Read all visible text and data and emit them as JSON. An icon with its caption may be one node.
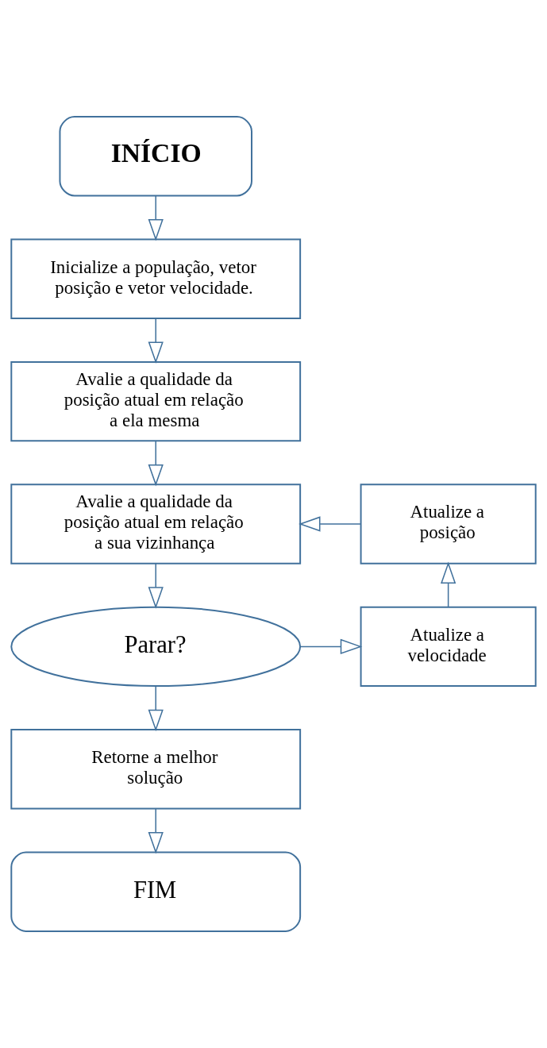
{
  "diagram": {
    "nodes": [
      {
        "text": [
          "INÍCIO"
        ]
      },
      {
        "text": [
          "Inicialize a população, vetor posição e vetor velocidade."
        ]
      },
      {
        "text": [
          "Avalie a qualidade da posição atual em relação a ela mesma"
        ]
      },
      {
        "text": [
          "Avalie a qualidade da posição atual em relação a sua vizinhança"
        ]
      },
      {
        "text": [
          "Atualize a posição"
        ]
      },
      {
        "text": [
          "Parar?"
        ]
      },
      {
        "text": [
          "Atualize a velocidade"
        ]
      },
      {
        "text": [
          "Retorne a melhor solução"
        ]
      },
      {
        "text": [
          "FIM"
        ]
      }
    ],
    "edges": [
      {
        "from": 0,
        "to": 1,
        "arrow": "to"
      },
      {
        "from": 1,
        "to": 2,
        "arrow": "to"
      },
      {
        "from": 2,
        "to": 3,
        "arrow": "to"
      },
      {
        "from": 3,
        "to": 5,
        "arrow": "to"
      },
      {
        "from": 5,
        "to": 6,
        "arrow": "to"
      },
      {
        "from": 6,
        "to": 4,
        "arrow": "to"
      },
      {
        "from": 4,
        "to": 3,
        "arrow": "to"
      },
      {
        "from": 5,
        "to": 7,
        "arrow": "to"
      },
      {
        "from": 7,
        "to": 8,
        "arrow": "to"
      }
    ]
  }
}
